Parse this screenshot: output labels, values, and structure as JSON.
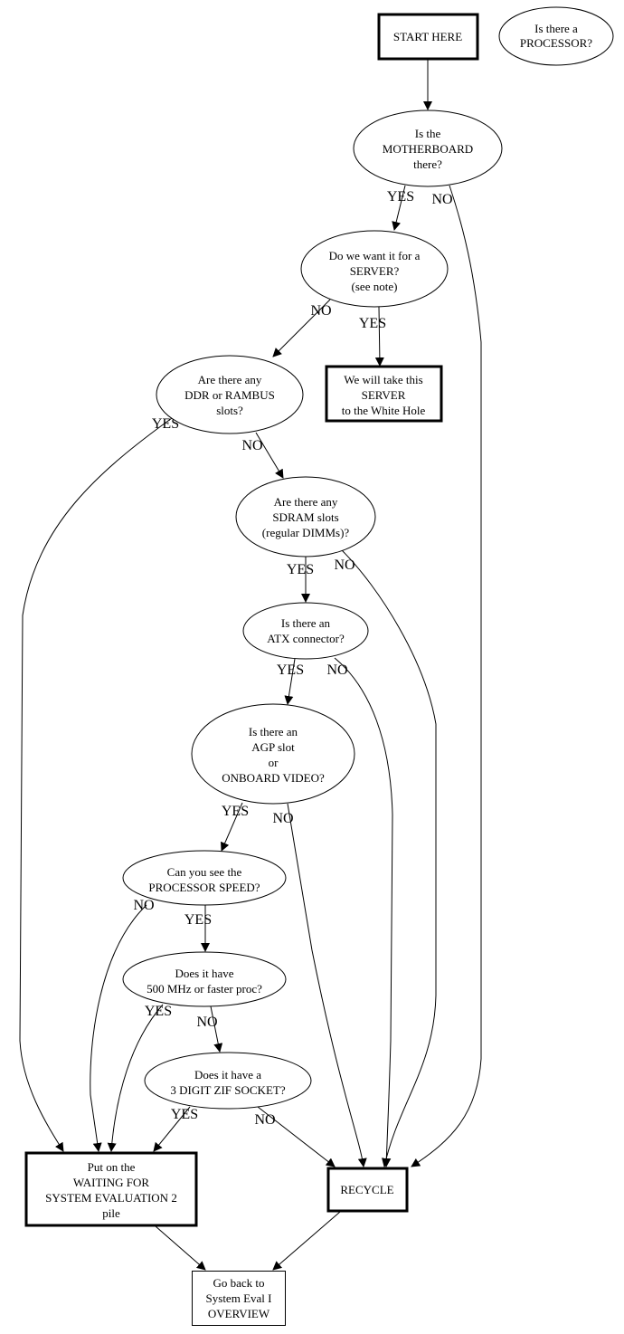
{
  "diagram": {
    "type": "flowchart",
    "nodes": {
      "start": {
        "shape": "box-bold",
        "lines": [
          "START HERE"
        ]
      },
      "processor": {
        "shape": "ellipse",
        "lines": [
          "Is there a",
          "PROCESSOR?"
        ]
      },
      "motherboard": {
        "shape": "ellipse",
        "lines": [
          "Is the",
          "MOTHERBOARD",
          "there?"
        ]
      },
      "server": {
        "shape": "ellipse",
        "lines": [
          "Do we want it for a",
          "SERVER?",
          "(see note)"
        ]
      },
      "white_hole": {
        "shape": "box-bold",
        "lines": [
          "We will take this",
          "SERVER",
          "to the White Hole"
        ]
      },
      "ddr": {
        "shape": "ellipse",
        "lines": [
          "Are there any",
          "DDR or RAMBUS",
          "slots?"
        ]
      },
      "sdram": {
        "shape": "ellipse",
        "lines": [
          "Are there any",
          "SDRAM slots",
          "(regular DIMMs)?"
        ]
      },
      "atx": {
        "shape": "ellipse",
        "lines": [
          "Is there an",
          "ATX connector?"
        ]
      },
      "agp": {
        "shape": "ellipse",
        "lines": [
          "Is there an",
          "AGP slot",
          "or",
          "ONBOARD VIDEO?"
        ]
      },
      "speed": {
        "shape": "ellipse",
        "lines": [
          "Can you see the",
          "PROCESSOR SPEED?"
        ]
      },
      "mhz": {
        "shape": "ellipse",
        "lines": [
          "Does it have",
          "500 MHz or faster proc?"
        ]
      },
      "zif": {
        "shape": "ellipse",
        "lines": [
          "Does it have a",
          "3 DIGIT ZIF SOCKET?"
        ]
      },
      "waiting": {
        "shape": "box-bold",
        "lines": [
          "Put on the",
          "WAITING FOR",
          "SYSTEM EVALUATION 2",
          "pile"
        ]
      },
      "recycle": {
        "shape": "box-bold",
        "lines": [
          "RECYCLE"
        ]
      },
      "go_back": {
        "shape": "box",
        "lines": [
          "Go back to",
          "System Eval I",
          "OVERVIEW"
        ]
      }
    },
    "edges": [
      {
        "from": "start",
        "to": "motherboard",
        "label": ""
      },
      {
        "from": "motherboard",
        "to": "server",
        "label": "YES"
      },
      {
        "from": "motherboard",
        "to": "recycle",
        "label": "NO"
      },
      {
        "from": "server",
        "to": "ddr",
        "label": "NO"
      },
      {
        "from": "server",
        "to": "white_hole",
        "label": "YES"
      },
      {
        "from": "ddr",
        "to": "waiting",
        "label": "YES"
      },
      {
        "from": "ddr",
        "to": "sdram",
        "label": "NO"
      },
      {
        "from": "sdram",
        "to": "atx",
        "label": "YES"
      },
      {
        "from": "sdram",
        "to": "recycle",
        "label": "NO"
      },
      {
        "from": "atx",
        "to": "agp",
        "label": "YES"
      },
      {
        "from": "atx",
        "to": "recycle",
        "label": "NO"
      },
      {
        "from": "agp",
        "to": "speed",
        "label": "YES"
      },
      {
        "from": "agp",
        "to": "recycle",
        "label": "NO"
      },
      {
        "from": "speed",
        "to": "waiting",
        "label": "NO"
      },
      {
        "from": "speed",
        "to": "mhz",
        "label": "YES"
      },
      {
        "from": "mhz",
        "to": "waiting",
        "label": "YES"
      },
      {
        "from": "mhz",
        "to": "zif",
        "label": "NO"
      },
      {
        "from": "zif",
        "to": "waiting",
        "label": "YES"
      },
      {
        "from": "zif",
        "to": "recycle",
        "label": "NO"
      },
      {
        "from": "waiting",
        "to": "go_back",
        "label": ""
      },
      {
        "from": "recycle",
        "to": "go_back",
        "label": ""
      }
    ]
  }
}
